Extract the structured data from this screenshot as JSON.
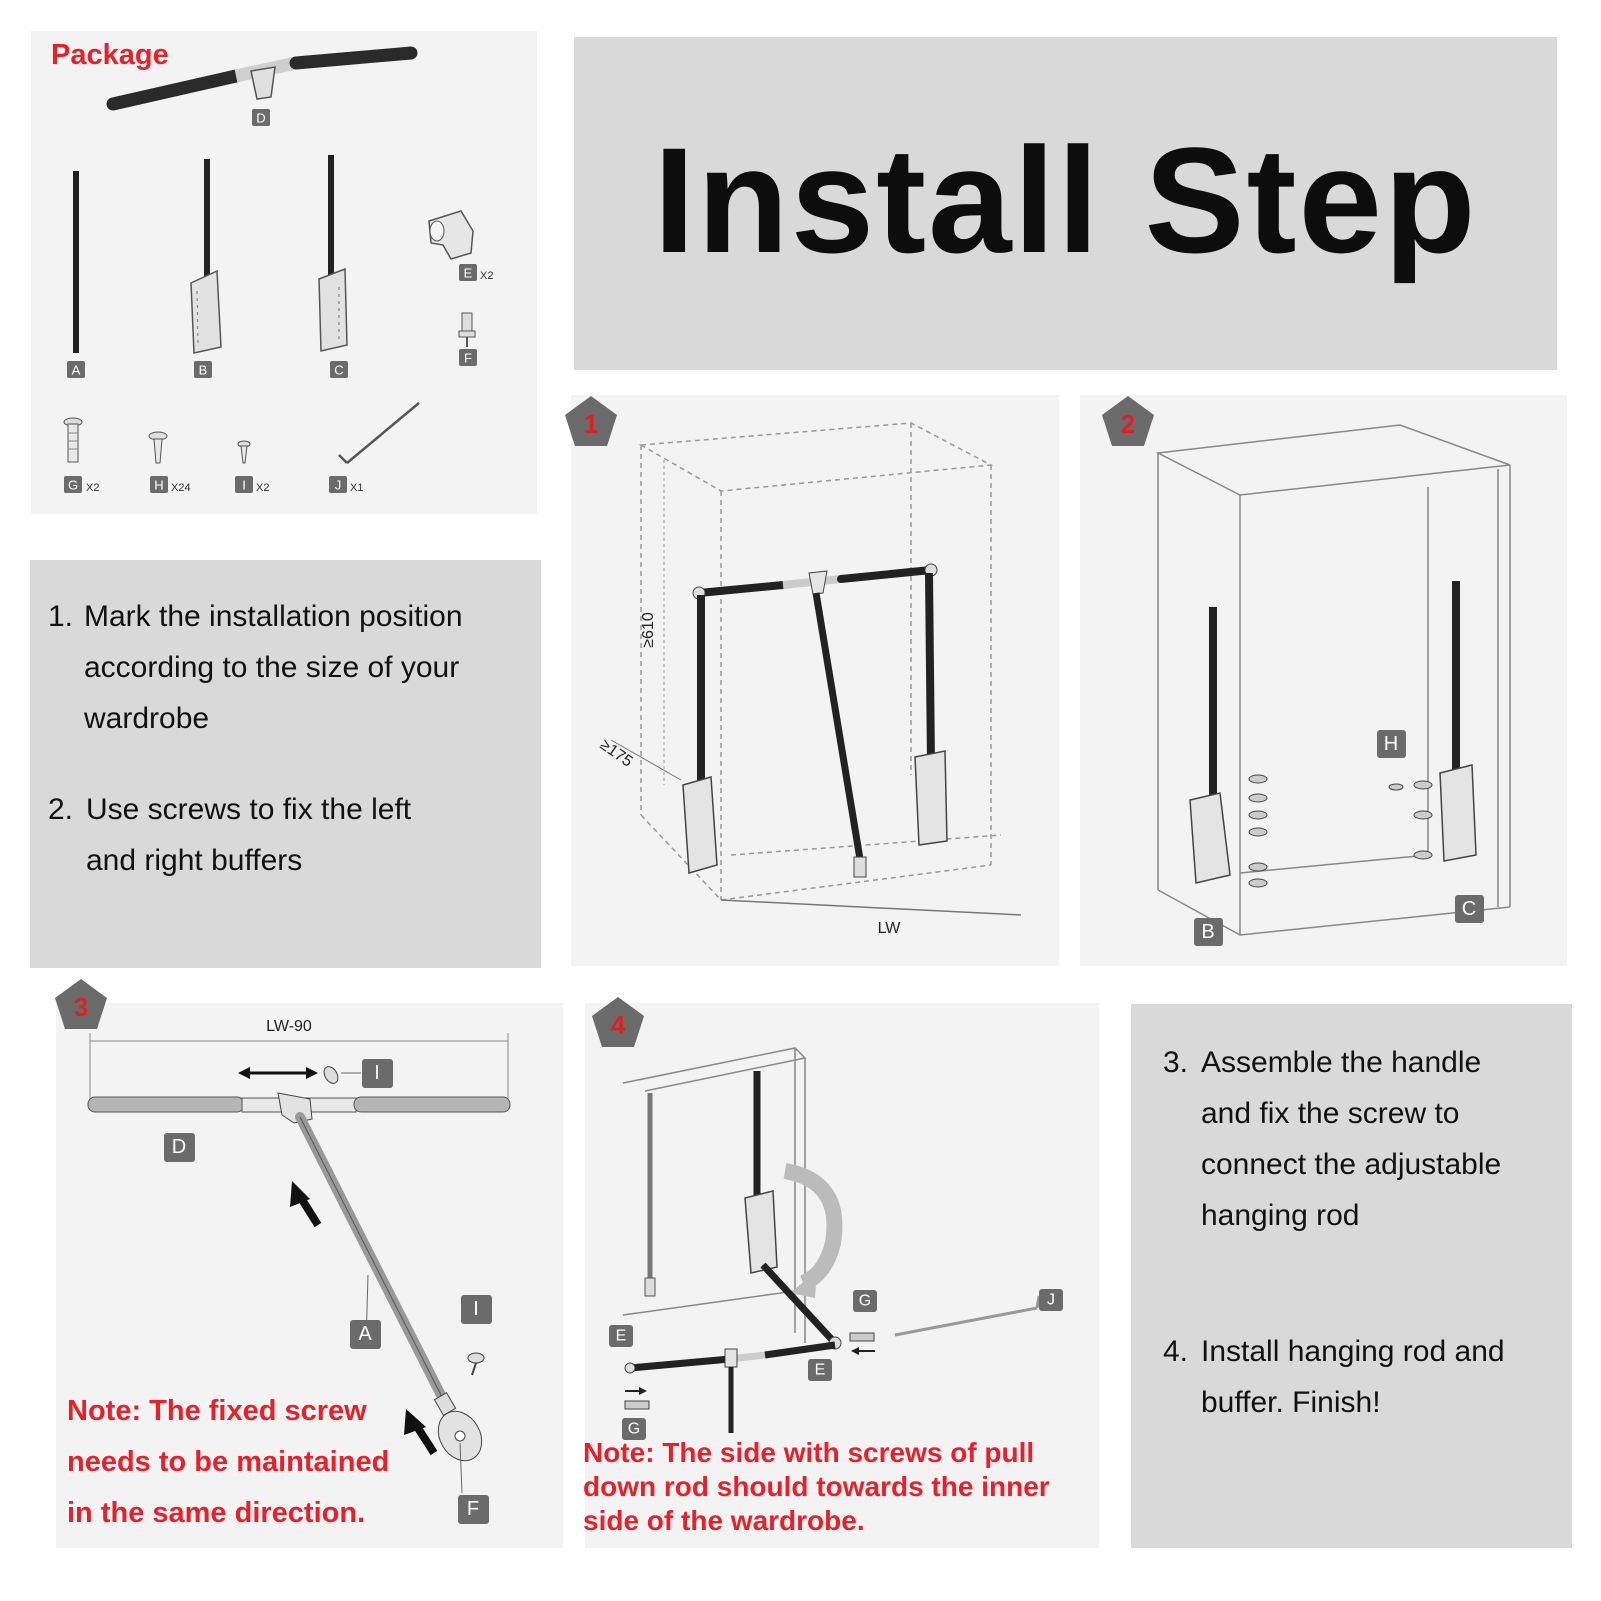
{
  "header": {
    "title": "Install Step"
  },
  "package": {
    "title": "Package",
    "parts": [
      {
        "label": "D",
        "count": ""
      },
      {
        "label": "A",
        "count": ""
      },
      {
        "label": "B",
        "count": ""
      },
      {
        "label": "C",
        "count": ""
      },
      {
        "label": "E",
        "count": "X2"
      },
      {
        "label": "F",
        "count": ""
      },
      {
        "label": "G",
        "count": "X2"
      },
      {
        "label": "H",
        "count": "X24"
      },
      {
        "label": "I",
        "count": "X2"
      },
      {
        "label": "J",
        "count": "X1"
      }
    ]
  },
  "instructions_1": {
    "items": [
      {
        "num": "1.",
        "text_lines": [
          "Mark the installation position",
          "according to the size of your",
          "wardrobe"
        ]
      },
      {
        "num": "2.",
        "text_lines": [
          "Use screws to fix the left",
          "and right buffers"
        ]
      }
    ]
  },
  "instructions_2": {
    "items": [
      {
        "num": "3.",
        "text_lines": [
          "Assemble the handle",
          "and fix the screw to",
          "connect the adjustable",
          "hanging rod"
        ]
      },
      {
        "num": "4.",
        "text_lines": [
          "Install hanging rod and",
          "buffer. Finish!"
        ]
      }
    ]
  },
  "step1": {
    "number": "1",
    "dim_height": "≥610",
    "dim_depth": "≥175",
    "dim_width": "LW"
  },
  "step2": {
    "number": "2",
    "labels": [
      "H",
      "B",
      "C"
    ]
  },
  "step3": {
    "number": "3",
    "dim": "LW-90",
    "labels": [
      "I",
      "D",
      "A",
      "I",
      "F"
    ],
    "note_lines": [
      "Note: The fixed screw",
      "needs to be maintained",
      "in the same direction."
    ]
  },
  "step4": {
    "number": "4",
    "labels": [
      "G",
      "J",
      "E",
      "E",
      "G"
    ],
    "note_lines": [
      "Note: The side with screws of pull",
      "down rod should towards the inner",
      "side of the wardrobe."
    ]
  },
  "colors": {
    "accent_red": "#e8202a",
    "badge_gray": "#6b6b6b",
    "panel_gray": "#d9d9d9",
    "panel_light": "#f3f3f3"
  }
}
